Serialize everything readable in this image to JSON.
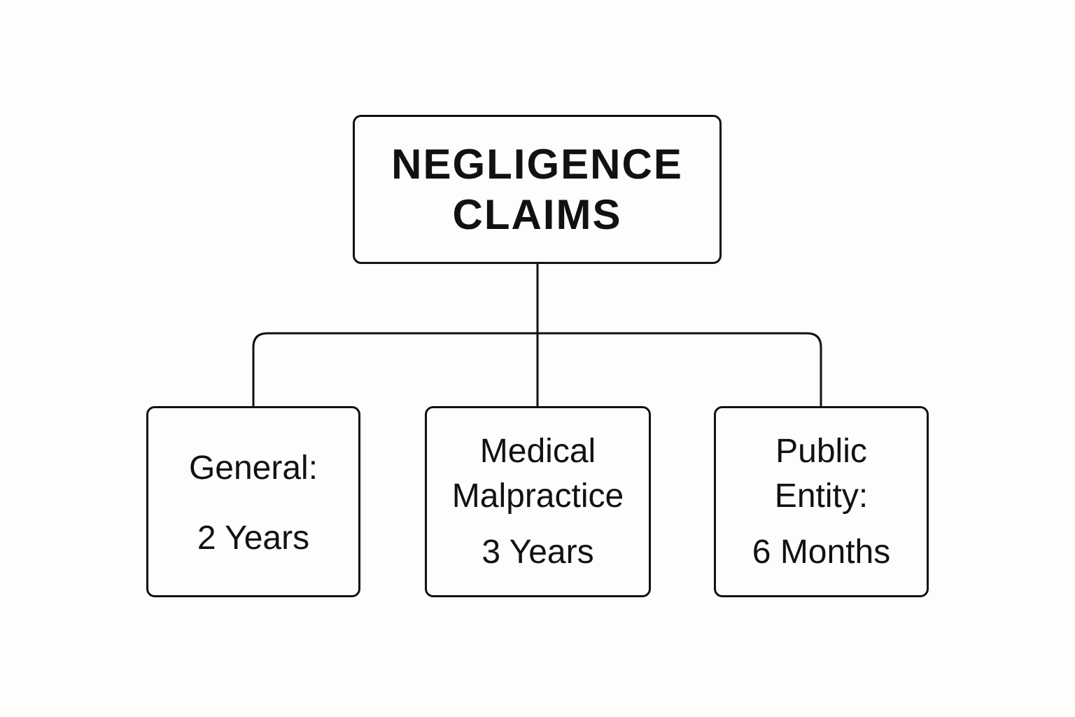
{
  "diagram": {
    "root": {
      "title_line1": "NEGLIGENCE",
      "title_line2": "CLAIMS"
    },
    "children": [
      {
        "label_line1": "General:",
        "label_line2": "",
        "value": "2 Years"
      },
      {
        "label_line1": "Medical",
        "label_line2": "Malpractice",
        "value": "3 Years"
      },
      {
        "label_line1": "Public",
        "label_line2": "Entity:",
        "value": "6 Months"
      }
    ]
  },
  "colors": {
    "background": "#fdfdfb",
    "stroke": "#111111",
    "text": "#111111"
  }
}
